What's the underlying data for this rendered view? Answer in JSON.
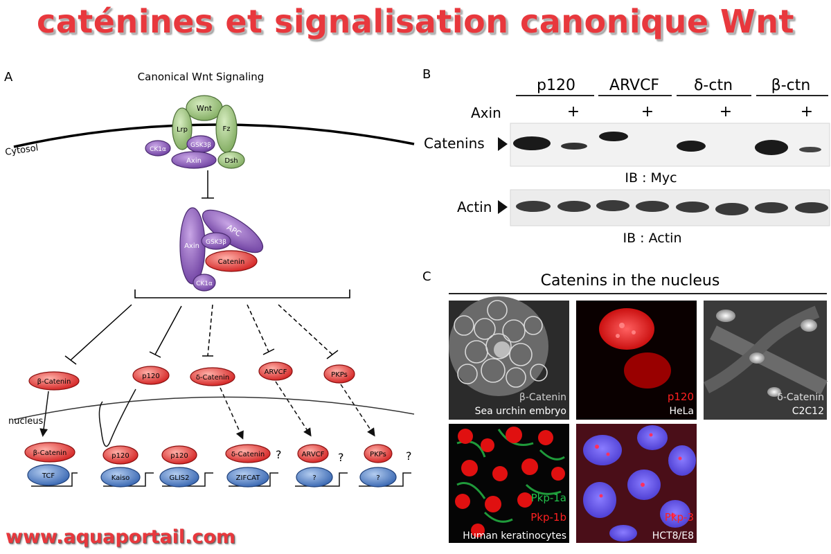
{
  "title": "caténines et signalisation canonique Wnt",
  "watermark": "www.aquaportail.com",
  "panelA": {
    "letter": "A",
    "heading": "Canonical Wnt Signaling",
    "cytosol": "Cytosol",
    "nucleus": "nucleus",
    "receptor": {
      "wnt": "Wnt",
      "lrp": "Lrp",
      "fz": "Fz",
      "ck1": "CK1α",
      "gsk": "GSK3β",
      "axin": "Axin",
      "dsh": "Dsh"
    },
    "complex": {
      "axin": "Axin",
      "apc": "APC",
      "gsk": "GSK3β",
      "catenin": "Catenin",
      "ck1": "CK1α"
    },
    "targets": [
      "β-Catenin",
      "p120",
      "δ-Catenin",
      "ARVCF",
      "PKPs"
    ],
    "nuclear_catenins": [
      "β-Catenin",
      "p120",
      "p120",
      "δ-Catenin",
      "ARVCF",
      "PKPs"
    ],
    "factors": [
      "TCF",
      "Kaiso",
      "GLIS2",
      "ZIFCAT",
      "?",
      "?"
    ],
    "question": "?"
  },
  "panelB": {
    "letter": "B",
    "columns": [
      "p120",
      "ARVCF",
      "δ-ctn",
      "β-ctn"
    ],
    "axin_label": "Axin",
    "plus": "+",
    "catenins_label": "Catenins",
    "ib_myc": "IB : Myc",
    "actin_label": "Actin",
    "ib_actin": "IB : Actin"
  },
  "panelC": {
    "letter": "C",
    "heading": "Catenins in the nucleus",
    "images": [
      {
        "stain": "β-Catenin",
        "sample": "Sea urchin embryo"
      },
      {
        "stain": "p120",
        "sample": "HeLa"
      },
      {
        "stain": "δ-Catenin",
        "sample": "C2C12"
      },
      {
        "stain": "Pkp-1a",
        "stain2": "Pkp-1b",
        "sample": "Human keratinocytes"
      },
      {
        "stain": "Pkp-3",
        "sample": "HCT8/E8"
      }
    ]
  },
  "colors": {
    "title": "#e8383d",
    "green": "#9bc07a",
    "purple": "#8b5bb5",
    "red": "#e53935",
    "blue": "#4f7fc7"
  }
}
